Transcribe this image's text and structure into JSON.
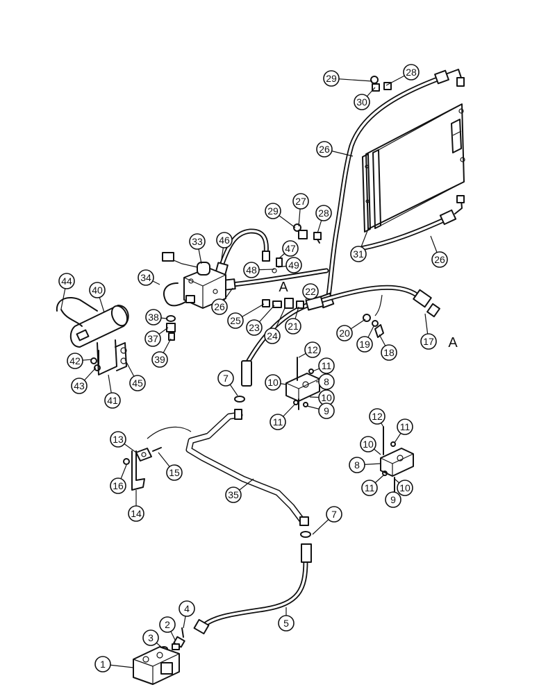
{
  "callouts": [
    {
      "label": "29"
    },
    {
      "label": "28"
    },
    {
      "label": "30"
    },
    {
      "label": "26"
    },
    {
      "label": "27"
    },
    {
      "label": "29"
    },
    {
      "label": "28"
    },
    {
      "label": "31"
    },
    {
      "label": "26"
    },
    {
      "label": "33"
    },
    {
      "label": "46"
    },
    {
      "label": "47"
    },
    {
      "label": "48"
    },
    {
      "label": "49"
    },
    {
      "label": "34"
    },
    {
      "label": "26"
    },
    {
      "label": "22"
    },
    {
      "label": "25"
    },
    {
      "label": "23"
    },
    {
      "label": "24"
    },
    {
      "label": "21"
    },
    {
      "label": "20"
    },
    {
      "label": "19"
    },
    {
      "label": "18"
    },
    {
      "label": "17"
    },
    {
      "label": "44"
    },
    {
      "label": "40"
    },
    {
      "label": "38"
    },
    {
      "label": "37"
    },
    {
      "label": "39"
    },
    {
      "label": "42"
    },
    {
      "label": "43"
    },
    {
      "label": "41"
    },
    {
      "label": "45"
    },
    {
      "label": "12"
    },
    {
      "label": "11"
    },
    {
      "label": "10"
    },
    {
      "label": "8"
    },
    {
      "label": "10"
    },
    {
      "label": "11"
    },
    {
      "label": "9"
    },
    {
      "label": "7"
    },
    {
      "label": "12"
    },
    {
      "label": "11"
    },
    {
      "label": "10"
    },
    {
      "label": "8"
    },
    {
      "label": "11"
    },
    {
      "label": "10"
    },
    {
      "label": "9"
    },
    {
      "label": "13"
    },
    {
      "label": "15"
    },
    {
      "label": "16"
    },
    {
      "label": "14"
    },
    {
      "label": "35"
    },
    {
      "label": "7"
    },
    {
      "label": "5"
    },
    {
      "label": "4"
    },
    {
      "label": "2"
    },
    {
      "label": "3"
    },
    {
      "label": "1"
    }
  ],
  "reference_letters": [
    {
      "label": "A"
    },
    {
      "label": "A"
    }
  ]
}
